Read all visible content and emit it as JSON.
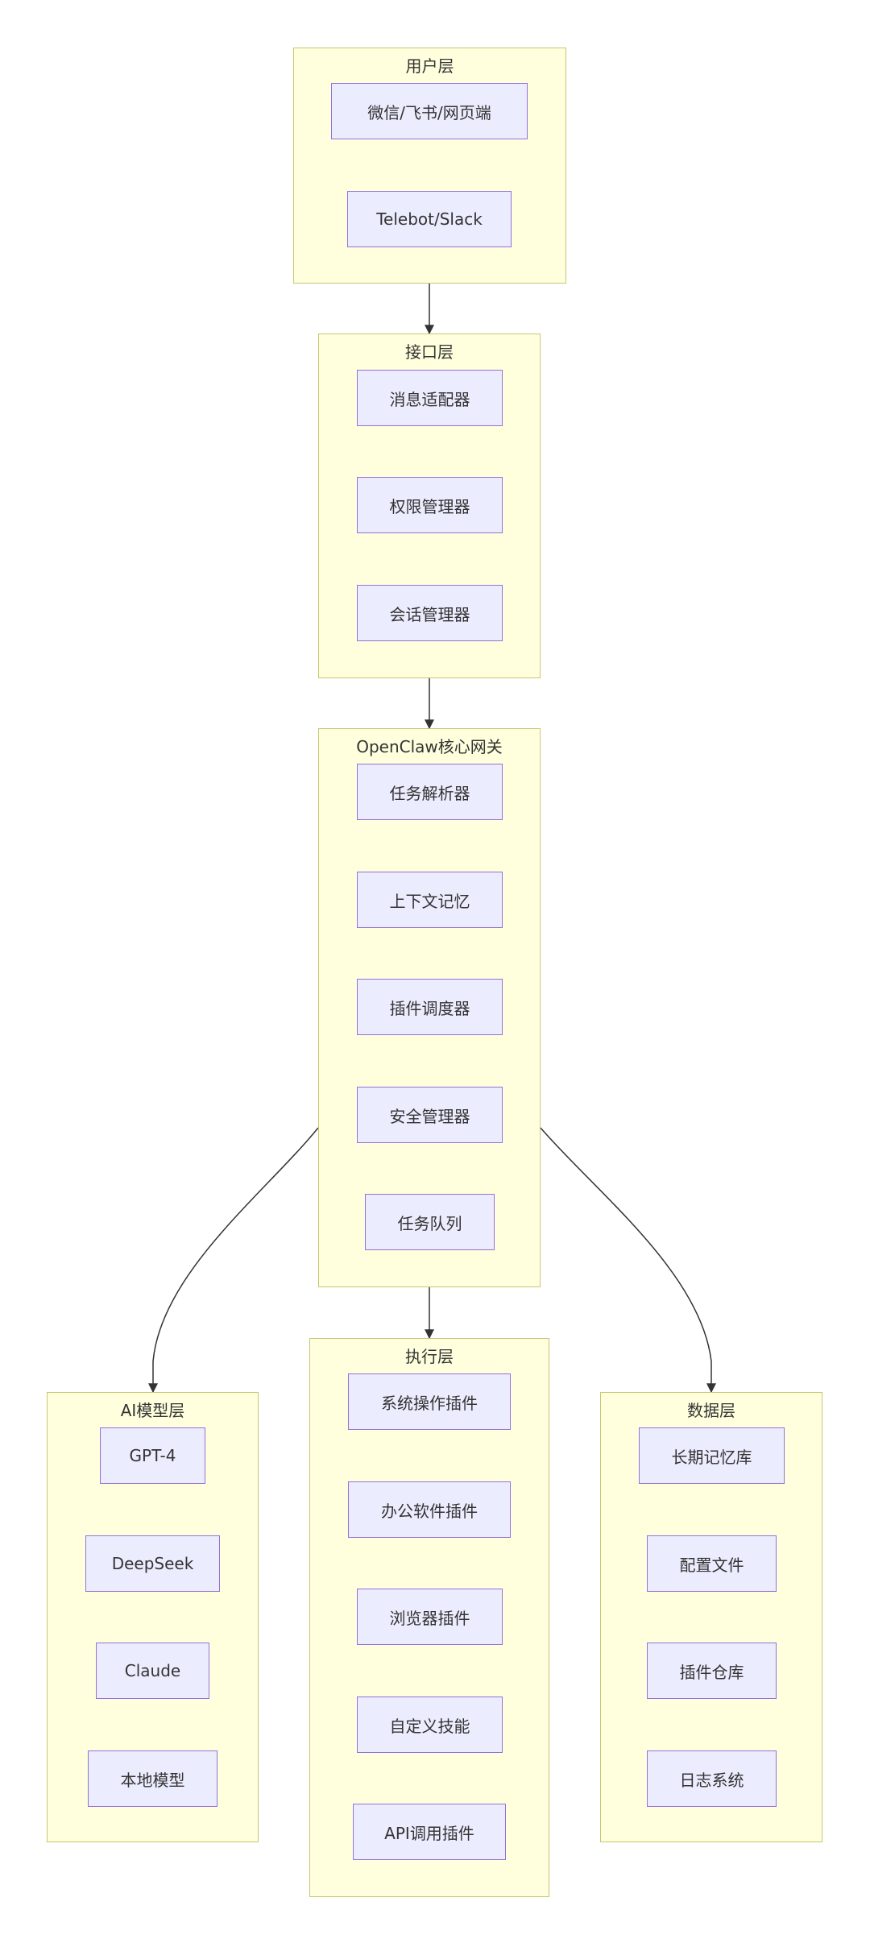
{
  "layers": {
    "user": {
      "title": "用户层",
      "nodes": [
        "微信/飞书/网页端",
        "Telebot/Slack"
      ]
    },
    "interface": {
      "title": "接口层",
      "nodes": [
        "消息适配器",
        "权限管理器",
        "会话管理器"
      ]
    },
    "core": {
      "title": "OpenClaw核心网关",
      "nodes": [
        "任务解析器",
        "上下文记忆",
        "插件调度器",
        "安全管理器",
        "任务队列"
      ]
    },
    "ai": {
      "title": "AI模型层",
      "nodes": [
        "GPT-4",
        "DeepSeek",
        "Claude",
        "本地模型"
      ]
    },
    "exec": {
      "title": "执行层",
      "nodes": [
        "系统操作插件",
        "办公软件插件",
        "浏览器插件",
        "自定义技能",
        "API调用插件"
      ]
    },
    "data": {
      "title": "数据层",
      "nodes": [
        "长期记忆库",
        "配置文件",
        "插件仓库",
        "日志系统"
      ]
    }
  },
  "edges": [
    {
      "from": "用户层",
      "to": "接口层"
    },
    {
      "from": "接口层",
      "to": "OpenClaw核心网关"
    },
    {
      "from": "OpenClaw核心网关",
      "to": "AI模型层"
    },
    {
      "from": "OpenClaw核心网关",
      "to": "执行层"
    },
    {
      "from": "OpenClaw核心网关",
      "to": "数据层"
    }
  ],
  "colors": {
    "cluster_fill": "#ffffde",
    "cluster_border": "#c6c672",
    "node_fill": "#ececff",
    "node_border": "#9370db",
    "edge": "#333333",
    "text": "#333333"
  }
}
